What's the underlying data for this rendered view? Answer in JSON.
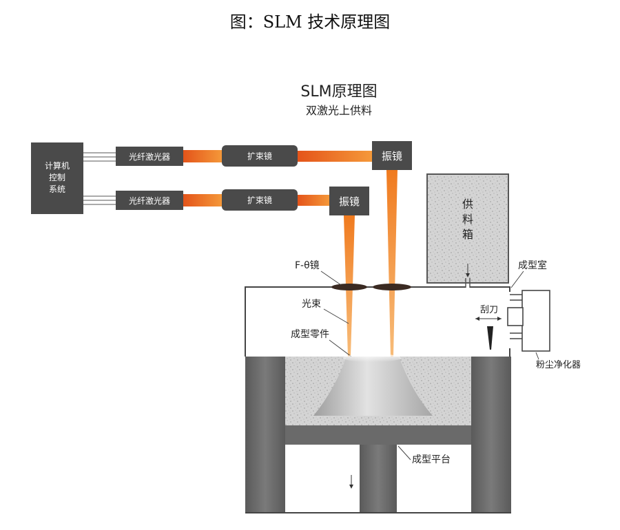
{
  "caption": "图：SLM 技术原理图",
  "diagram": {
    "title": "SLM原理图",
    "subtitle": "双激光上供料",
    "computer_label_lines": [
      "计算机",
      "控制",
      "系统"
    ],
    "fiber_laser_label": "光纤激光器",
    "beam_expander_label": "扩束镜",
    "galvo_label": "振镜",
    "feed_box_label_chars": [
      "供",
      "料",
      "箱"
    ],
    "f_theta_label": "F-θ镜",
    "beam_label": "光束",
    "part_label": "成型零件",
    "chamber_label": "成型室",
    "scraper_label": "刮刀",
    "dust_label": "粉尘净化器",
    "platform_label": "成型平台"
  },
  "colors": {
    "box": "#4a4a4a",
    "beam": "#f07a1e",
    "pillar": "#6e6e6e",
    "powder": "#cfcfcf"
  }
}
